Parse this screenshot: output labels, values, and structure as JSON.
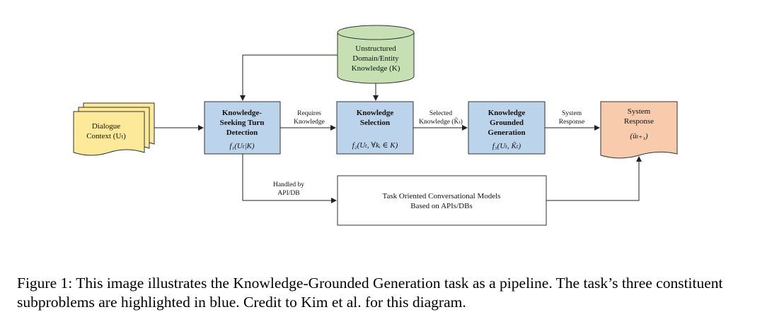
{
  "diagram": {
    "database": {
      "lines": [
        "Unstructured",
        "Domain/Entity",
        "Knowledge (K)"
      ]
    },
    "dialogue_context": {
      "lines": [
        "Dialogue",
        "Context (Uₜ)"
      ]
    },
    "seeking": {
      "lines": [
        "Knowledge-",
        "Seeking Turn",
        "Detection"
      ],
      "formula": "f₁(Uₜ|K)"
    },
    "selection": {
      "lines": [
        "Knowledge",
        "Selection"
      ],
      "formula": "f₂(Uₜ, ∀kᵢ ∈ K)"
    },
    "generation": {
      "lines": [
        "Knowledge",
        "Grounded",
        "Generation"
      ],
      "formula": "f₃(Uₜ, K̃ₜ)"
    },
    "response": {
      "lines": [
        "System",
        "Response"
      ],
      "formula": "(ûₜ₊₁)"
    },
    "task_oriented": {
      "lines": [
        "Task Oriented Conversational Models",
        "Based on APIs/DBs"
      ]
    },
    "edge_labels": {
      "requires": [
        "Requires",
        "Knowledge"
      ],
      "selected": [
        "Selected",
        "Knowledge (K̃ₜ)"
      ],
      "system_response": [
        "System",
        "Response"
      ],
      "handled": [
        "Handled by",
        "API/DB"
      ]
    },
    "colors": {
      "blue_fill": "#bcd3ec",
      "green_fill": "#c6e0b4",
      "yellow_fill": "#fde99a",
      "orange_fill": "#f7cbac",
      "stroke": "#333333"
    }
  },
  "caption": "Figure 1: This image illustrates the Knowledge-Grounded Generation task as a pipeline. The task’s three constituent subproblems are highlighted in blue. Credit to Kim et al. for this diagram."
}
